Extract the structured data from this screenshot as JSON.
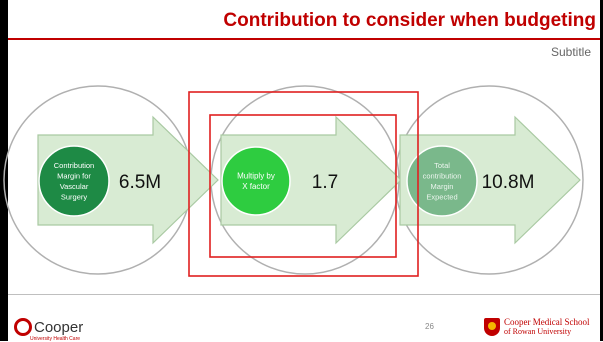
{
  "slide": {
    "title": "Contribution to consider when budgeting",
    "subtitle": "Subtitle",
    "page_number": "26"
  },
  "diagram": {
    "steps": [
      {
        "label_lines": [
          "Contribution",
          "Margin for",
          "Vascular",
          "Surgery"
        ],
        "value": "6.5M",
        "dot_color": "#1e8a45"
      },
      {
        "label_lines": [
          "Multiply by",
          "X factor"
        ],
        "value": "1.7",
        "dot_color": "#2ecc40"
      },
      {
        "label_lines": [
          "Total",
          "contribution",
          "Margin",
          "Expected"
        ],
        "value": "10.8M",
        "dot_color": "#7ab88b"
      }
    ],
    "arrow_fill": "#d8ebd3",
    "arrow_stroke": "#a9c9a2",
    "highlight_color": "#e02020"
  },
  "footer": {
    "left_logo_name": "Cooper",
    "left_logo_sub": "University Health Care",
    "right_logo_line1": "Cooper Medical School",
    "right_logo_line2": "of Rowan University"
  }
}
